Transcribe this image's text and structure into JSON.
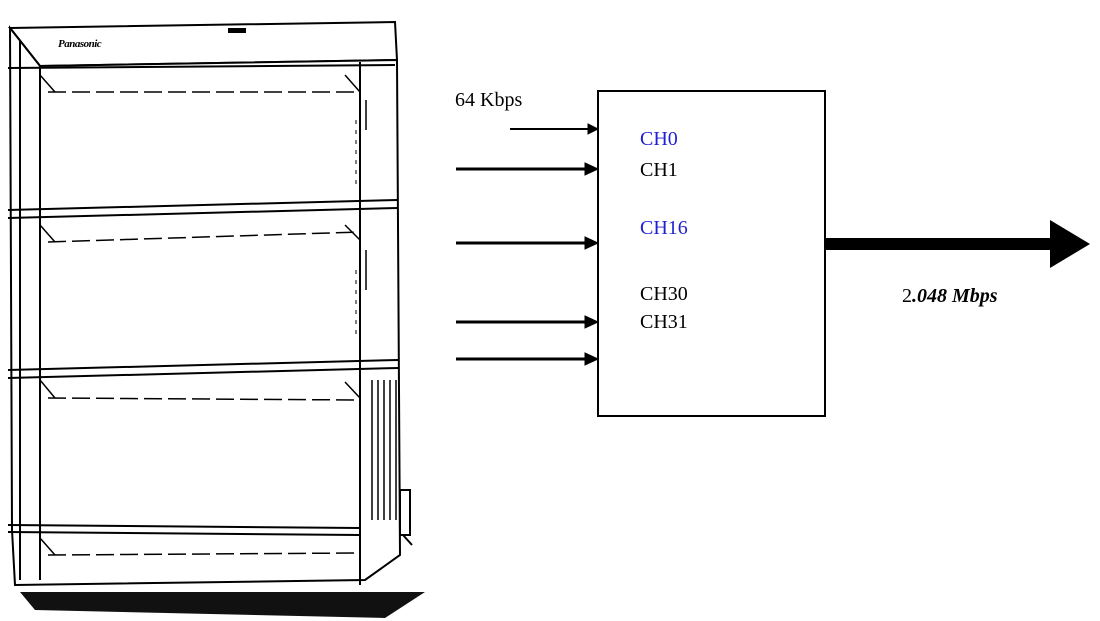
{
  "diagram": {
    "input_rate": "64 Kbps",
    "output_rate_prefix": "2",
    "output_rate_suffix": ".048 Mbps",
    "channels": [
      {
        "label": "CH0",
        "color": "#1f1fd0"
      },
      {
        "label": "CH1",
        "color": "#000000"
      },
      {
        "label": "CH16",
        "color": "#1f1fd0"
      },
      {
        "label": "CH30",
        "color": "#000000"
      },
      {
        "label": "CH31",
        "color": "#000000"
      }
    ],
    "brand_text": "Panasonic",
    "colors": {
      "line": "#000000",
      "highlight": "#1f1fd0",
      "background": "#ffffff"
    }
  }
}
